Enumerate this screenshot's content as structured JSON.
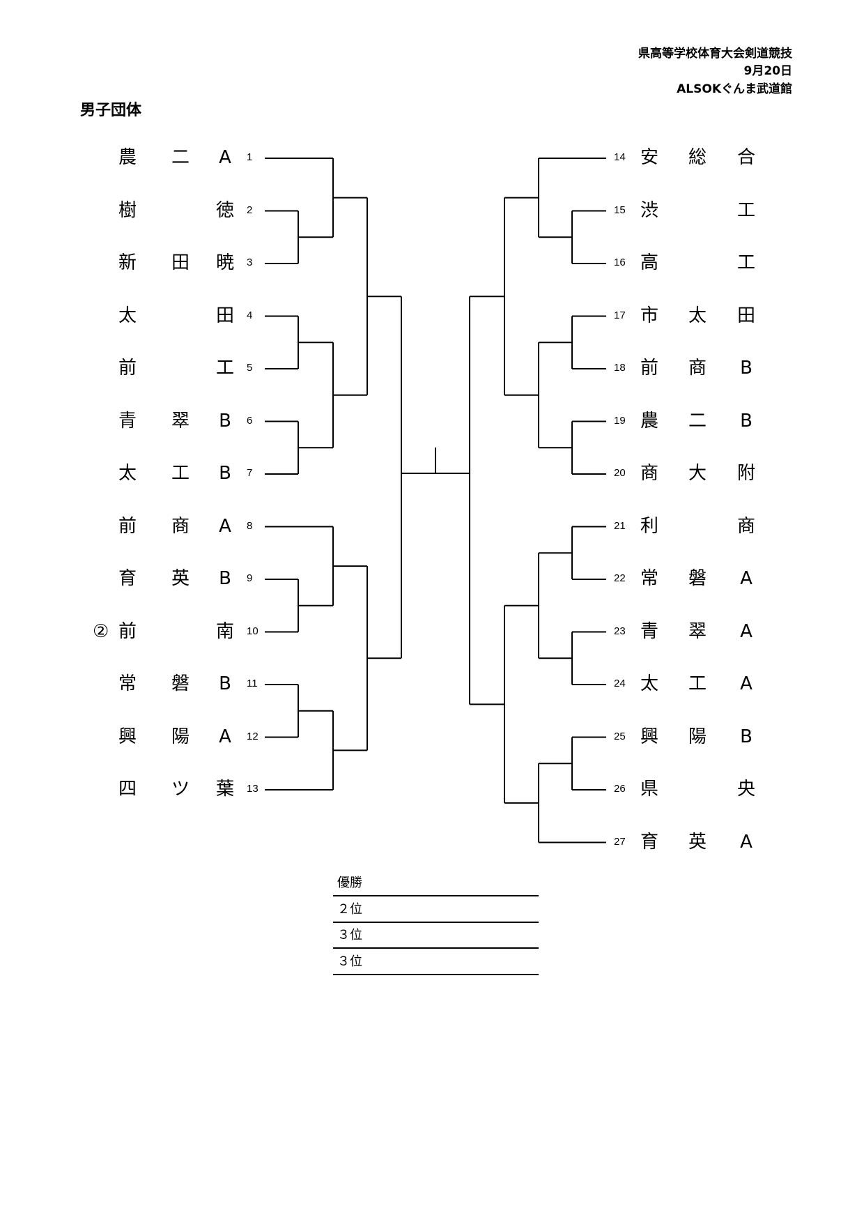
{
  "header": {
    "event": "県高等学校体育大会剣道競技",
    "date": "9月20日",
    "venue": "ALSOKぐんま武道館"
  },
  "title": "男子団体",
  "left_teams": [
    {
      "no": "1",
      "chars": [
        "農",
        "二",
        "A"
      ]
    },
    {
      "no": "2",
      "chars": [
        "樹",
        "",
        "徳"
      ]
    },
    {
      "no": "3",
      "chars": [
        "新",
        "田",
        "暁"
      ]
    },
    {
      "no": "4",
      "chars": [
        "太",
        "",
        "田"
      ]
    },
    {
      "no": "5",
      "chars": [
        "前",
        "",
        "工"
      ]
    },
    {
      "no": "6",
      "chars": [
        "青",
        "翠",
        "B"
      ]
    },
    {
      "no": "7",
      "chars": [
        "太",
        "工",
        "B"
      ]
    },
    {
      "no": "8",
      "chars": [
        "前",
        "商",
        "A"
      ]
    },
    {
      "no": "9",
      "chars": [
        "育",
        "英",
        "B"
      ]
    },
    {
      "no": "10",
      "chars": [
        "前",
        "",
        "南"
      ],
      "mark": "②"
    },
    {
      "no": "11",
      "chars": [
        "常",
        "磐",
        "B"
      ]
    },
    {
      "no": "12",
      "chars": [
        "興",
        "陽",
        "A"
      ]
    },
    {
      "no": "13",
      "chars": [
        "四",
        "ツ",
        "葉"
      ]
    }
  ],
  "right_teams": [
    {
      "no": "14",
      "chars": [
        "安",
        "総",
        "合"
      ]
    },
    {
      "no": "15",
      "chars": [
        "渋",
        "",
        "工"
      ]
    },
    {
      "no": "16",
      "chars": [
        "高",
        "",
        "工"
      ]
    },
    {
      "no": "17",
      "chars": [
        "市",
        "太",
        "田"
      ]
    },
    {
      "no": "18",
      "chars": [
        "前",
        "商",
        "B"
      ]
    },
    {
      "no": "19",
      "chars": [
        "農",
        "二",
        "B"
      ]
    },
    {
      "no": "20",
      "chars": [
        "商",
        "大",
        "附"
      ]
    },
    {
      "no": "21",
      "chars": [
        "利",
        "",
        "商"
      ]
    },
    {
      "no": "22",
      "chars": [
        "常",
        "磐",
        "A"
      ]
    },
    {
      "no": "23",
      "chars": [
        "青",
        "翠",
        "A"
      ]
    },
    {
      "no": "24",
      "chars": [
        "太",
        "工",
        "A"
      ]
    },
    {
      "no": "25",
      "chars": [
        "興",
        "陽",
        "B"
      ]
    },
    {
      "no": "26",
      "chars": [
        "県",
        "",
        "央"
      ]
    },
    {
      "no": "27",
      "chars": [
        "育",
        "英",
        "A"
      ]
    }
  ],
  "results": [
    "優勝",
    "２位",
    "３位",
    "３位"
  ]
}
